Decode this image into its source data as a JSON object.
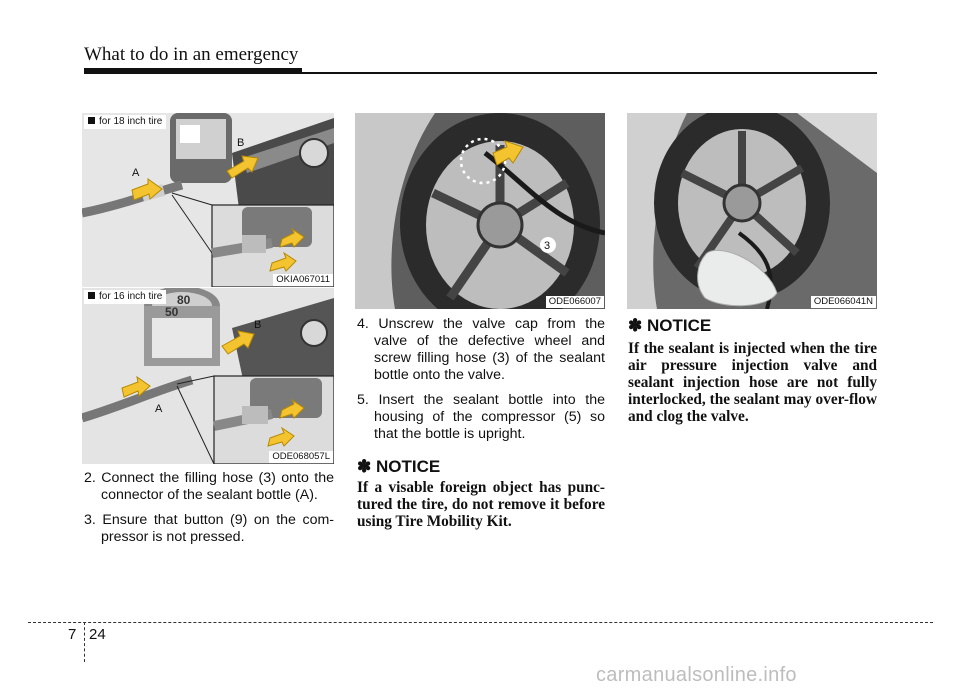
{
  "header": {
    "title": "What to do in an emergency"
  },
  "figures": {
    "fig1": {
      "tag": "for 18 inch tire",
      "code": "OKIA067011",
      "label_a": "A",
      "label_b": "B"
    },
    "fig2": {
      "tag": "for 16 inch tire",
      "code": "ODE068057L",
      "label_a": "A",
      "label_b": "B",
      "dial_80": "80",
      "dial_50": "50"
    },
    "fig3": {
      "code": "ODE066007",
      "label_3": "3"
    },
    "fig4": {
      "code": "ODE066041N"
    }
  },
  "steps_left": [
    {
      "text": "2. Connect the filling hose (3) onto the connector of the sealant bottle (A)."
    },
    {
      "text": "3. Ensure that button (9) on the com-pressor is not pressed."
    }
  ],
  "steps_mid": [
    {
      "text": "4. Unscrew the valve cap from the valve of the defective wheel and screw filling hose (3) of the sealant bottle onto the valve."
    },
    {
      "text": "5. Insert the sealant bottle into the housing of the compressor (5) so that the bottle is upright."
    }
  ],
  "notice_mid": {
    "heading": "✽ NOTICE",
    "body": "If a visable foreign object has punc-tured the tire, do not remove it before using Tire Mobility Kit."
  },
  "notice_right": {
    "heading": "✽ NOTICE",
    "body": "If the sealant is injected when the tire air pressure injection valve and sealant injection hose are not fully interlocked, the sealant may over-flow and clog the valve."
  },
  "footer": {
    "chapter": "7",
    "page": "24",
    "watermark": "carmanualsonline.info"
  }
}
